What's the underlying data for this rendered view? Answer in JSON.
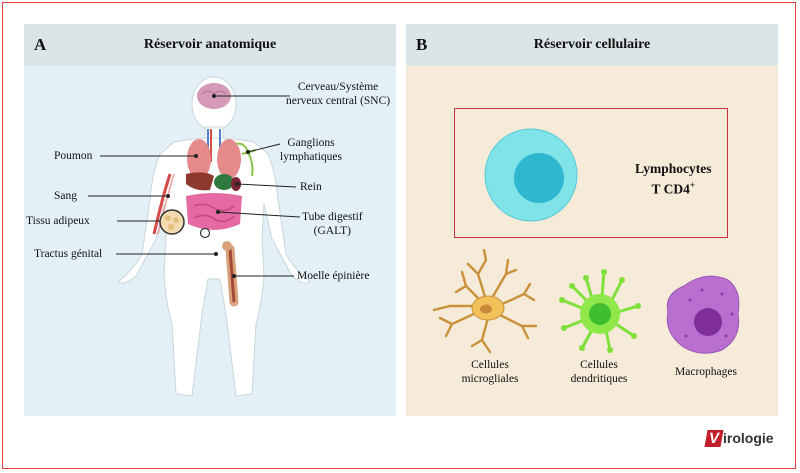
{
  "panel_a": {
    "letter": "A",
    "title": "Réservoir anatomique",
    "labels": {
      "brain_line1": "Cerveau/Système",
      "brain_line2": "nerveux central (SNC)",
      "lymph_line1": "Ganglions",
      "lymph_line2": "lymphatiques",
      "lung": "Poumon",
      "kidney": "Rein",
      "blood": "Sang",
      "gut_line1": "Tube digestif",
      "gut_line2": "(GALT)",
      "adipose": "Tissu adipeux",
      "genital": "Tractus génital",
      "marrow": "Moelle épinière"
    }
  },
  "panel_b": {
    "letter": "B",
    "title": "Réservoir cellulaire",
    "cd4_line1": "Lymphocytes",
    "cd4_line2": "T CD4",
    "cd4_sup": "+",
    "microglia_line1": "Cellules",
    "microglia_line2": "microgliales",
    "dendritic_line1": "Cellules",
    "dendritic_line2": "dendritiques",
    "macrophage": "Macrophages"
  },
  "logo": {
    "mark": "V",
    "text": "irologie"
  },
  "colors": {
    "panel_a_bg": "#e3f1f7",
    "panel_b_bg": "#f6ead9",
    "header_bg": "#dbe5e8",
    "frame_border": "#e04040",
    "cd4_box_border": "#c8333e",
    "lymphocyte_outer": "#7fe3e8",
    "lymphocyte_nucleus": "#2fb7cf",
    "dendritic": "#7fe03a",
    "macrophage": "#b86fd0",
    "microglia": "#d8a54a"
  }
}
